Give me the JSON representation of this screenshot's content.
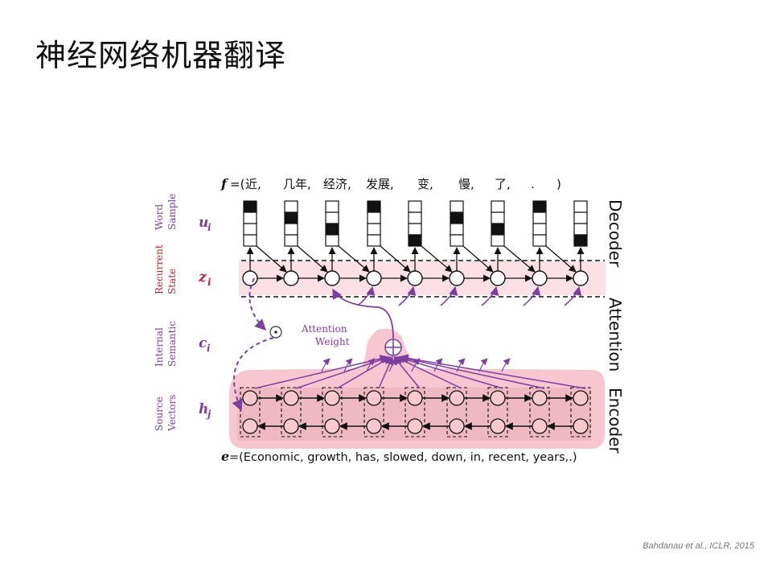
{
  "title": "神经网络机器翻译",
  "citation": "Bahdanau et al., ICLR, 2015",
  "target_sentence": {
    "label": "f",
    "prefix": "=(",
    "words": [
      "近,",
      "几年,",
      "经济,",
      "发展,",
      "变,",
      "慢,",
      "了,",
      ".",
      ")"
    ]
  },
  "source_sentence": {
    "label": "e",
    "text": "=(Economic, growth, has, slowed, down, in, recent, years,.)"
  },
  "row_labels": {
    "word_sample": [
      "Word",
      "Sample"
    ],
    "recurrent_state": [
      "Recurrent",
      "State"
    ],
    "internal_semantic": [
      "Internal",
      "Semantic"
    ],
    "source_vectors": [
      "Source",
      "Vectors"
    ]
  },
  "symbols": {
    "u": "u",
    "u_sub": "i",
    "z": "z",
    "z_sub": "i",
    "c": "c",
    "c_sub": "i",
    "h": "h",
    "h_sub": "j"
  },
  "side_labels": {
    "decoder": "Decoder",
    "attention": "Attention",
    "encoder": "Encoder"
  },
  "attention_label": [
    "Attention",
    "Weight"
  ],
  "word_sample_filled_index": [
    0,
    1,
    2,
    0,
    3,
    1,
    2,
    0,
    3
  ],
  "colors": {
    "purple": "#7b3f9e",
    "red": "#c0262d",
    "pink_band": "#f7d5dc",
    "pink_blob": "#f4b6c2",
    "node_fill": "#f9c9cf"
  }
}
